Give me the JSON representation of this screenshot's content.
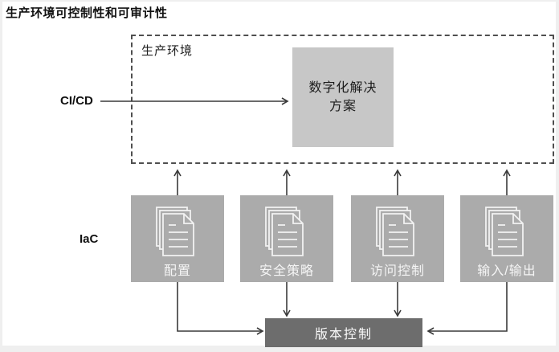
{
  "title": "生产环境可控制性和可审计性",
  "side_labels": {
    "cicd": "CI/CD",
    "iac": "IaC"
  },
  "production_env": {
    "label": "生产环境"
  },
  "solution_box": {
    "line1": "数字化解决",
    "line2": "方案"
  },
  "iac_boxes": [
    {
      "label": "配置",
      "icon": "documents-icon"
    },
    {
      "label": "安全策略",
      "icon": "documents-icon"
    },
    {
      "label": "访问控制",
      "icon": "documents-icon"
    },
    {
      "label": "输入/输出",
      "icon": "documents-icon"
    }
  ],
  "version_control": {
    "label": "版本控制"
  },
  "colors": {
    "iac_box_bg": "#ababab",
    "solution_box_bg": "#c7c7c7",
    "version_control_bg": "#6d6d6d",
    "arrow": "#3a3a3a",
    "frame_bg": "#efefef"
  }
}
